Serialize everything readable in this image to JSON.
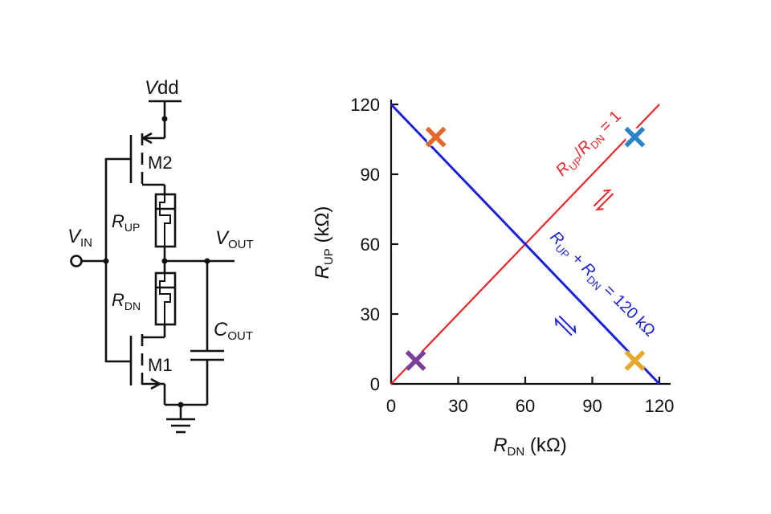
{
  "circuit": {
    "supply": {
      "letter": "V",
      "rest": "dd"
    },
    "transistor_top": "M2",
    "transistor_bottom": "M1",
    "input": {
      "letter": "V",
      "sub": "IN"
    },
    "output": {
      "letter": "V",
      "sub": "OUT"
    },
    "resistor_up": {
      "letter": "R",
      "sub": "UP"
    },
    "resistor_down": {
      "letter": "R",
      "sub": "DN"
    },
    "capacitor": {
      "letter": "C",
      "sub": "OUT"
    }
  },
  "chart_data": {
    "type": "line",
    "xlabel": {
      "letter": "R",
      "sub": "DN",
      "unit": " (kΩ)"
    },
    "ylabel": {
      "letter": "R",
      "sub": "UP",
      "unit": " (kΩ)"
    },
    "xlim": [
      0,
      120
    ],
    "ylim": [
      0,
      120
    ],
    "xticks": [
      "0",
      "30",
      "60",
      "90",
      "120"
    ],
    "yticks": [
      "0",
      "30",
      "60",
      "90",
      "120"
    ],
    "grid": false,
    "series": [
      {
        "name": "RUP/RDN = 1",
        "color": "#e8262a",
        "x": [
          0,
          120
        ],
        "y": [
          0,
          120
        ],
        "label_parts": {
          "r1": "R",
          "s1": "UP",
          "mid": "/",
          "r2": "R",
          "s2": "DN",
          "tail": " = 1"
        }
      },
      {
        "name": "RUP + RDN = 120 kΩ",
        "color": "#1a22d8",
        "x": [
          0,
          120
        ],
        "y": [
          120,
          0
        ],
        "label_parts": {
          "r1": "R",
          "s1": "UP",
          "mid": " + ",
          "r2": "R",
          "s2": "DN",
          "tail": " = 120 kΩ"
        }
      }
    ],
    "markers": [
      {
        "label": "orange",
        "x": 20,
        "y": 106,
        "color": "#e2672a"
      },
      {
        "label": "blue",
        "x": 109,
        "y": 106,
        "color": "#2c83c8"
      },
      {
        "label": "purple",
        "x": 11,
        "y": 10,
        "color": "#7b3f99"
      },
      {
        "label": "gold",
        "x": 109,
        "y": 10,
        "color": "#e4a82a"
      }
    ]
  }
}
